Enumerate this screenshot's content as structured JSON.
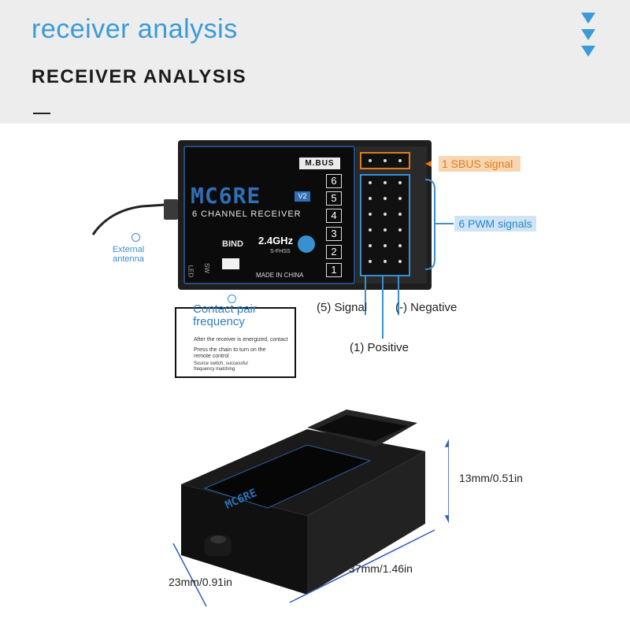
{
  "header": {
    "title": "receiver analysis",
    "subtitle": "RECEIVER ANALYSIS",
    "dash": "—"
  },
  "receiver": {
    "model": "MC6RE",
    "version": "V2",
    "name": "6 CHANNEL RECEIVER",
    "mbus": "M.BUS",
    "bind": "BIND",
    "freq": "2.4GHz",
    "fhss": "S-FHSS",
    "made_in": "MADE IN CHINA",
    "sw": "SW",
    "led": "LED",
    "channels": [
      "6",
      "5",
      "4",
      "3",
      "2",
      "1"
    ]
  },
  "callouts": {
    "sbus": "1 SBUS signal",
    "pwm": "6 PWM signals",
    "antenna": "External antenna",
    "signal": "(5) Signal",
    "negative": "(-) Negative",
    "positive": "(1) Positive"
  },
  "contact": {
    "title": "Contact pair frequency",
    "line1": "After the receiver is energized, contact",
    "line2": "Press the chain to turn on the remote control",
    "line3": "Source switch, successful frequency matching"
  },
  "dimensions": {
    "height": "13mm/0.51in",
    "width": "23mm/0.91in",
    "length": "37mm/1.46in"
  },
  "colors": {
    "accent_blue": "#3a9bd6",
    "sbus_orange": "#e07b1c",
    "pwm_blue": "#2b86c8"
  }
}
